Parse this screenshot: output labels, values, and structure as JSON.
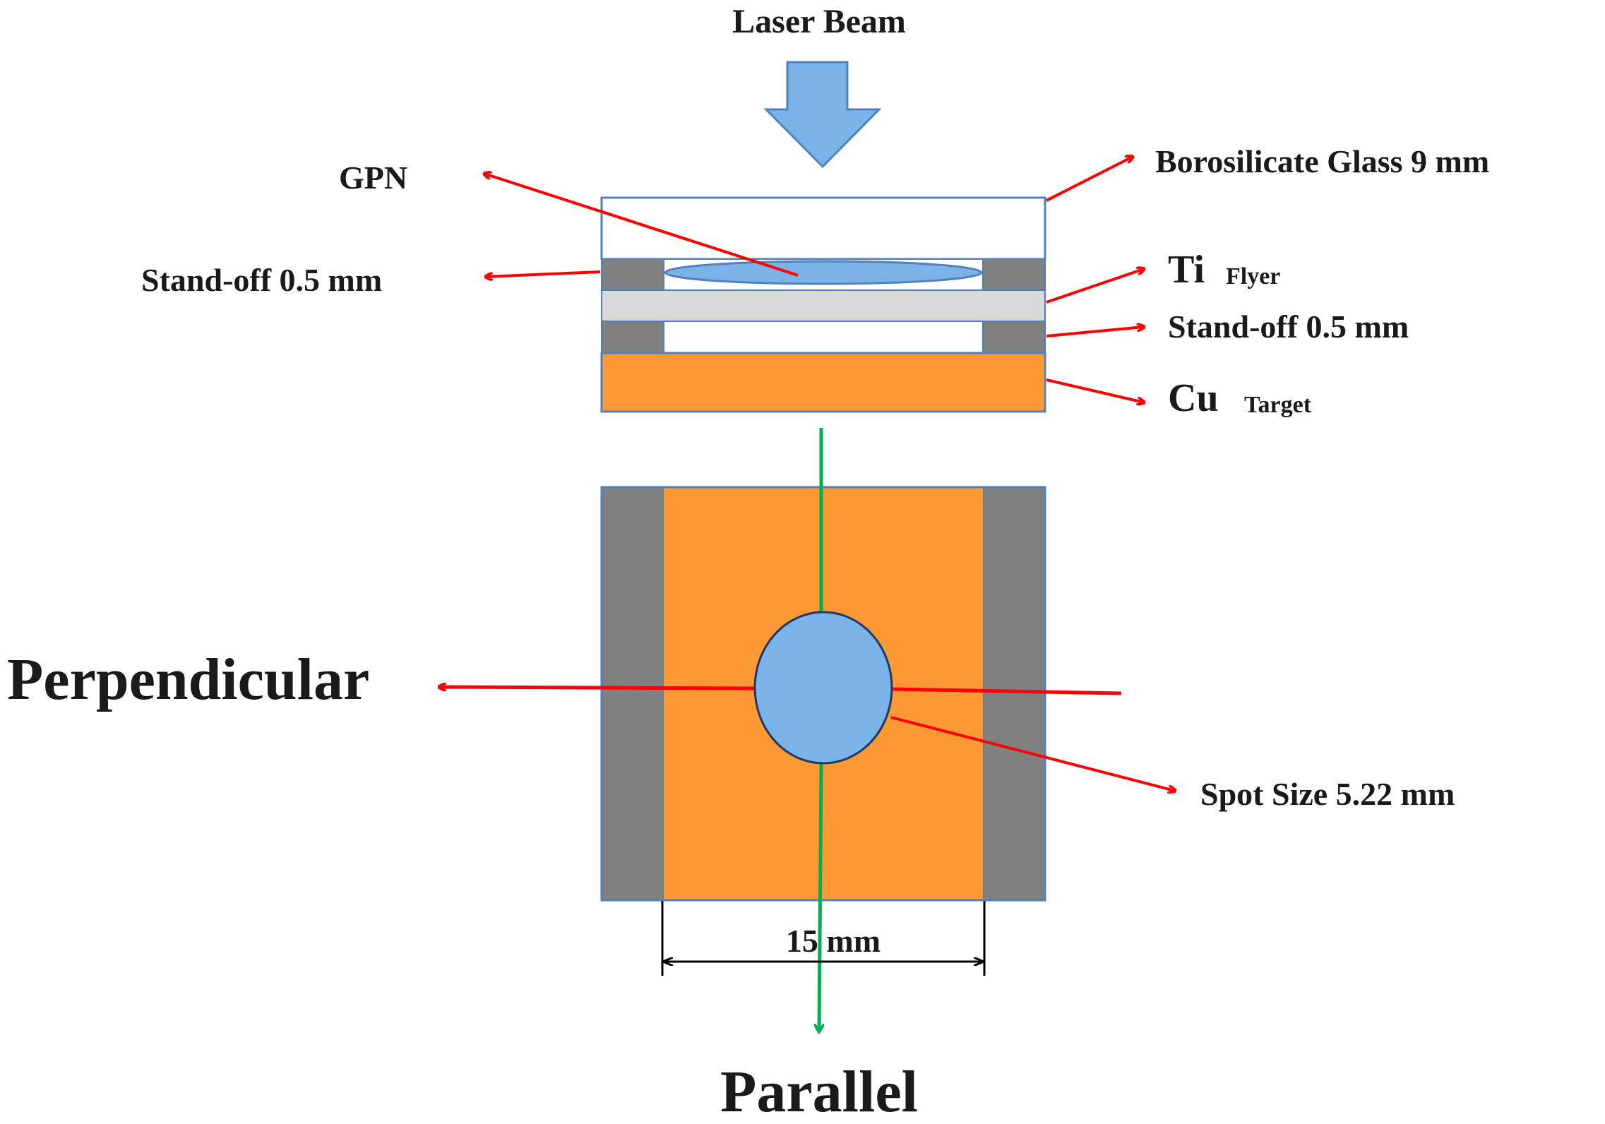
{
  "colors": {
    "copper": "#fd9935",
    "standoff": "#808080",
    "flyer": "#d9d9d9",
    "gpn_blue": "#7ab3e8",
    "outline": "#4f81bd",
    "red_arrow": "#ff0000",
    "green_axis": "#00b050",
    "text": "#1a1a1a"
  },
  "labels": {
    "laser_beam": "Laser Beam",
    "gpn": "GPN",
    "glass": "Borosilicate Glass 9 mm",
    "standoff_left": "Stand-off 0.5 mm",
    "ti_main": "Ti",
    "ti_sub": "Flyer",
    "standoff_right": "Stand-off 0.5 mm",
    "cu_main": "Cu",
    "cu_sub": "Target",
    "perpendicular": "Perpendicular",
    "spot_size": "Spot Size 5.22 mm",
    "width_dim": "15 mm",
    "parallel": "Parallel"
  },
  "icons": {
    "laser_arrow": "down-arrow-icon"
  }
}
